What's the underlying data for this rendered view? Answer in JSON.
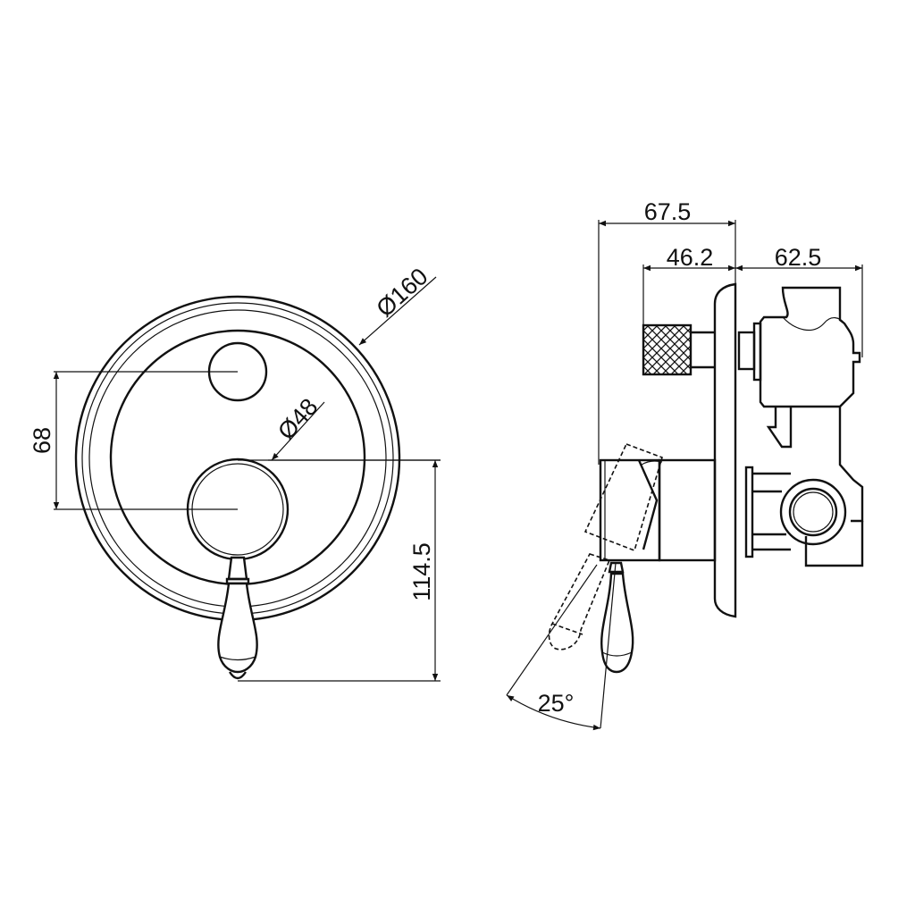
{
  "front_view": {
    "outer_diameter_label": "Ø160",
    "knob_diameter_label": "Ø48",
    "knob_spacing_label": "68",
    "handle_height_label": "114.5"
  },
  "side_view": {
    "total_projection_label": "67.5",
    "diverter_projection_label": "46.2",
    "wall_depth_label": "62.5",
    "handle_rotation_label": "25°"
  },
  "colors": {
    "line": "#111111",
    "background": "#ffffff"
  }
}
